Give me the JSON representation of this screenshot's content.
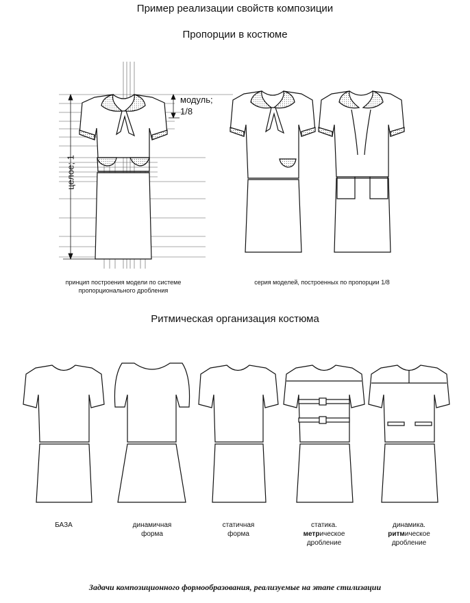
{
  "title": "Пример реализации свойств композиции",
  "section1": {
    "heading": "Пропорции в костюме",
    "module_label": "модуль;",
    "module_value": "1/8",
    "whole_label": "целое; 1",
    "caption_left_1": "принцип построения модели по системе",
    "caption_left_2": "пропорционального дробления",
    "caption_right": "серия моделей, построенных по пропорции 1/8"
  },
  "section2": {
    "heading": "Ритмическая организация костюма",
    "labels": [
      {
        "line1": "БАЗА",
        "line2": ""
      },
      {
        "line1": "динамичная",
        "line2": "форма"
      },
      {
        "line1": "статичная",
        "line2": "форма"
      },
      {
        "line1": "статика.",
        "line2_bold": "метр",
        "line2_rest": "ическое",
        "line3": "дробление"
      },
      {
        "line1": "динамика.",
        "line2_bold": "ритм",
        "line2_rest": "ическое",
        "line3": "дробление"
      }
    ]
  },
  "footer": "Задачи композиционного формообразования, реализуемые на этапе стилизации"
}
